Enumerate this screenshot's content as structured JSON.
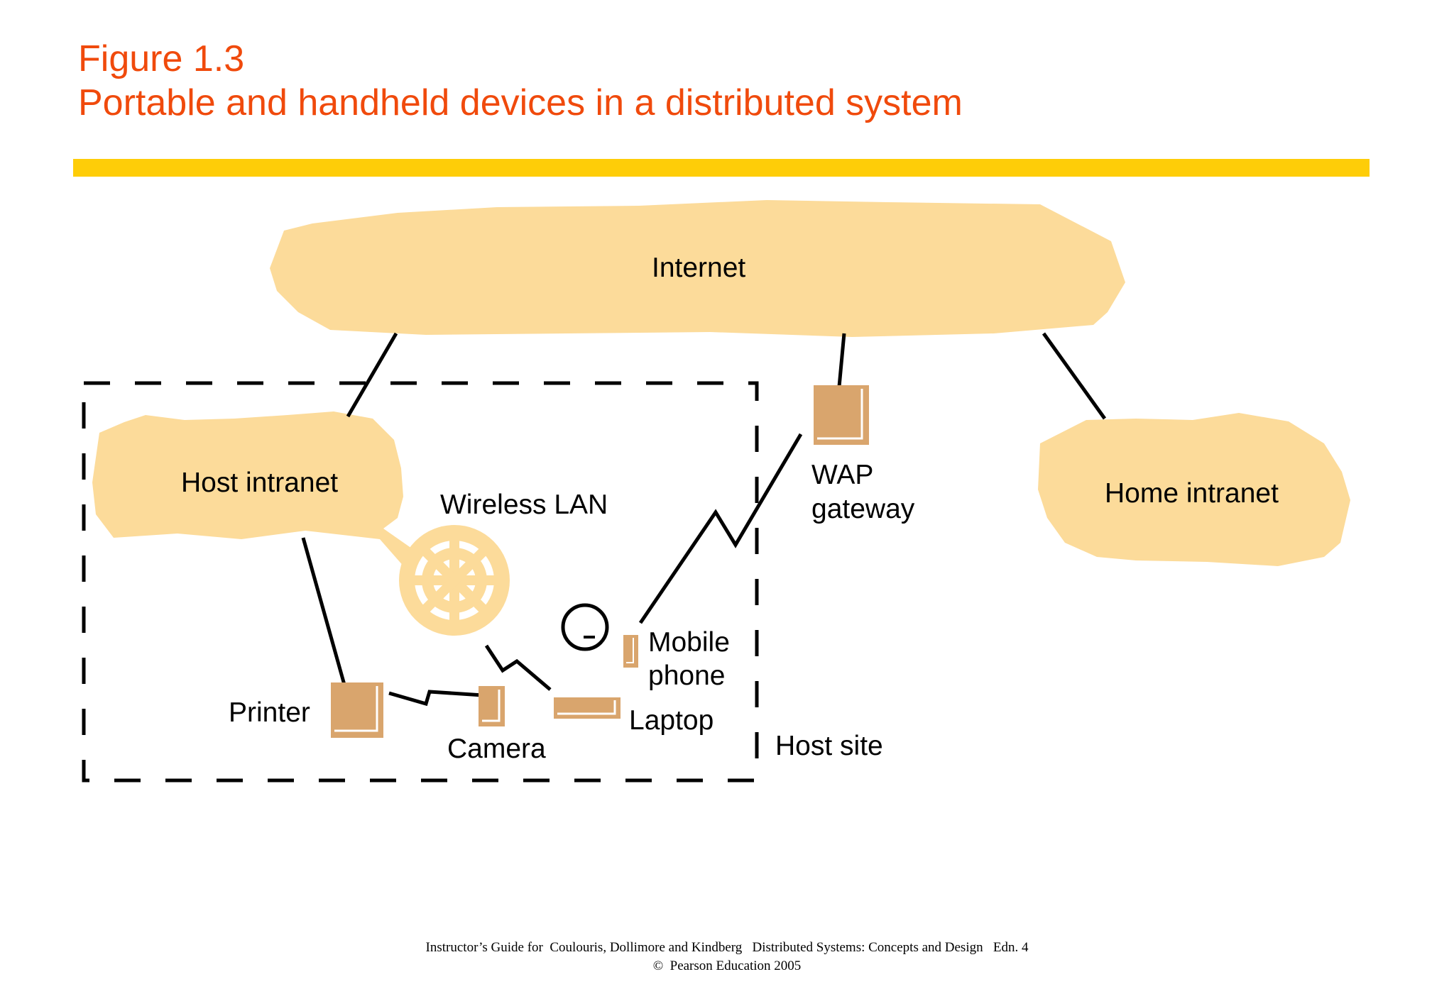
{
  "title": {
    "line1": "Figure 1.3",
    "line2": "Portable and handheld devices in a distributed system"
  },
  "colors": {
    "title": "#f04a0c",
    "rule": "#fecd08",
    "cloud": "#fcdb9a",
    "device": "#d9a56d",
    "line": "#000000"
  },
  "diagram": {
    "internet": "Internet",
    "host_intranet": "Host intranet",
    "home_intranet": "Home intranet",
    "wireless_lan": "Wireless LAN",
    "wap_line1": "WAP",
    "wap_line2": "gateway",
    "mobile_line1": "Mobile",
    "mobile_line2": "phone",
    "laptop": "Laptop",
    "printer": "Printer",
    "camera": "Camera",
    "host_site": "Host site"
  },
  "footer": {
    "line1": "Instructor’s Guide for  Coulouris, Dollimore and Kindberg   Distributed Systems: Concepts and Design   Edn. 4",
    "line2": "©  Pearson Education 2005"
  }
}
